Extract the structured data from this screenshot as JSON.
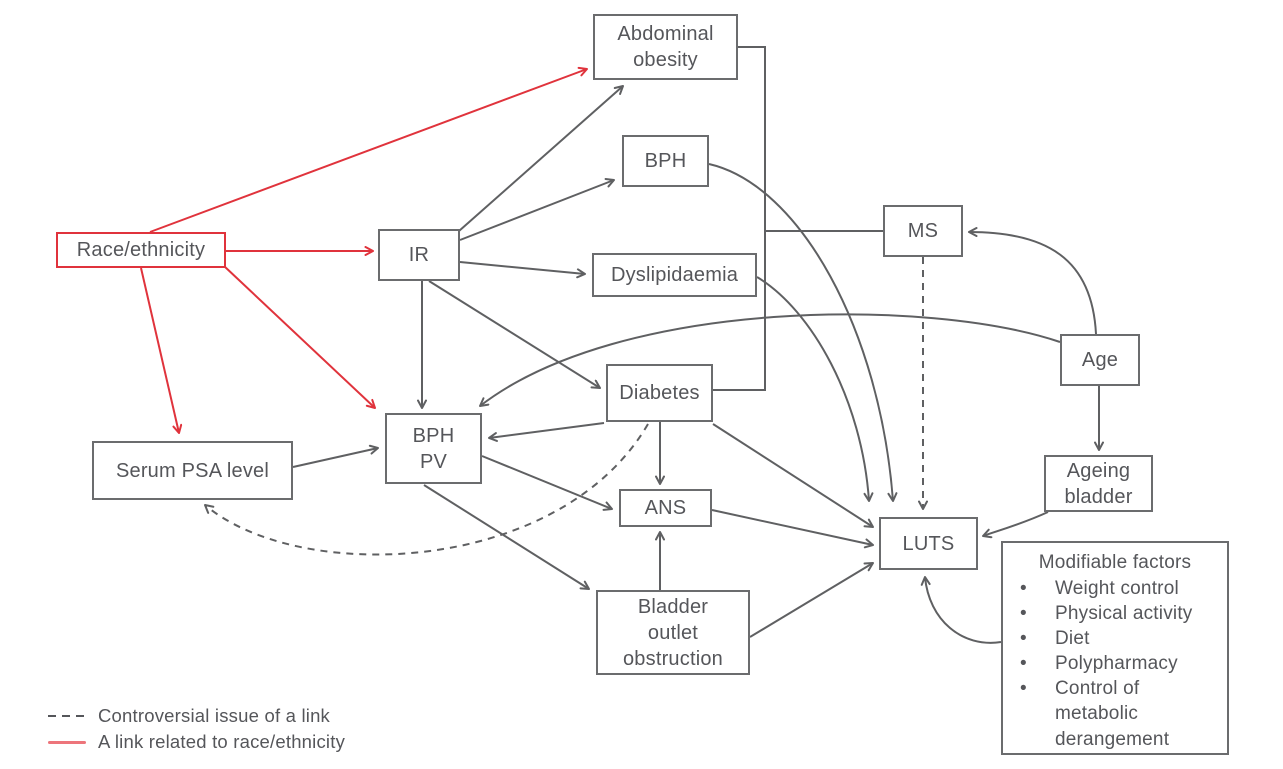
{
  "nodes": {
    "race": {
      "label": "Race/ethnicity"
    },
    "ir": {
      "label": "IR"
    },
    "abdominal": {
      "label": "Abdominal\nobesity"
    },
    "bph": {
      "label": "BPH"
    },
    "dyslipidaemia": {
      "label": "Dyslipidaemia"
    },
    "ms": {
      "label": "MS"
    },
    "age": {
      "label": "Age"
    },
    "diabetes": {
      "label": "Diabetes"
    },
    "bph_pv": {
      "label": "BPH\nPV"
    },
    "serum_psa": {
      "label": "Serum PSA level"
    },
    "ageing_bladder": {
      "label": "Ageing\nbladder"
    },
    "ans": {
      "label": "ANS"
    },
    "luts": {
      "label": "LUTS"
    },
    "bladder_outlet": {
      "label": "Bladder\noutlet\nobstruction"
    }
  },
  "modifiable": {
    "title": "Modifiable factors",
    "items": [
      "Weight control",
      "Physical activity",
      "Diet",
      "Polypharmacy",
      "Control of metabolic derangement"
    ]
  },
  "legend": {
    "dashed_label": "Controversial issue of a link",
    "red_label": "A link related to race/ethnicity"
  },
  "colors": {
    "line_gray": "#5f6062",
    "link_red": "#e0333c",
    "legend_red_sample": "#ed757b",
    "text": "#55565a",
    "box_border": "#6b6c6e"
  },
  "edges": [
    {
      "from": "Race/ethnicity",
      "to": "Abdominal obesity",
      "type": "race-related"
    },
    {
      "from": "Race/ethnicity",
      "to": "IR",
      "type": "race-related"
    },
    {
      "from": "Race/ethnicity",
      "to": "BPH PV",
      "type": "race-related"
    },
    {
      "from": "Race/ethnicity",
      "to": "Serum PSA level",
      "type": "race-related"
    },
    {
      "from": "IR",
      "to": "Abdominal obesity",
      "type": "link"
    },
    {
      "from": "IR",
      "to": "BPH",
      "type": "link"
    },
    {
      "from": "IR",
      "to": "Dyslipidaemia",
      "type": "link"
    },
    {
      "from": "IR",
      "to": "BPH PV",
      "type": "link"
    },
    {
      "from": "IR",
      "to": "Diabetes",
      "type": "link"
    },
    {
      "from": "Serum PSA level",
      "to": "BPH PV",
      "type": "link"
    },
    {
      "from": "Diabetes",
      "to": "BPH PV",
      "type": "link"
    },
    {
      "from": "Diabetes",
      "to": "ANS",
      "type": "link"
    },
    {
      "from": "Diabetes",
      "to": "LUTS",
      "type": "link"
    },
    {
      "from": "Diabetes",
      "to": "Serum PSA level",
      "type": "controversial"
    },
    {
      "from": "BPH PV",
      "to": "ANS",
      "type": "link"
    },
    {
      "from": "BPH PV",
      "to": "Bladder outlet obstruction",
      "type": "link"
    },
    {
      "from": "Bladder outlet obstruction",
      "to": "ANS",
      "type": "link"
    },
    {
      "from": "Bladder outlet obstruction",
      "to": "LUTS",
      "type": "link"
    },
    {
      "from": "ANS",
      "to": "LUTS",
      "type": "link"
    },
    {
      "from": "BPH",
      "to": "LUTS",
      "type": "link"
    },
    {
      "from": "Dyslipidaemia",
      "to": "LUTS",
      "type": "link"
    },
    {
      "from": "Abdominal obesity / Dyslipidaemia / Diabetes",
      "to": "MS",
      "type": "component-link"
    },
    {
      "from": "MS",
      "to": "LUTS",
      "type": "controversial"
    },
    {
      "from": "Age",
      "to": "MS",
      "type": "link"
    },
    {
      "from": "Age",
      "to": "Ageing bladder",
      "type": "link"
    },
    {
      "from": "Age",
      "to": "BPH PV",
      "type": "link"
    },
    {
      "from": "Ageing bladder",
      "to": "LUTS",
      "type": "link"
    },
    {
      "from": "Modifiable factors",
      "to": "LUTS",
      "type": "link"
    }
  ]
}
